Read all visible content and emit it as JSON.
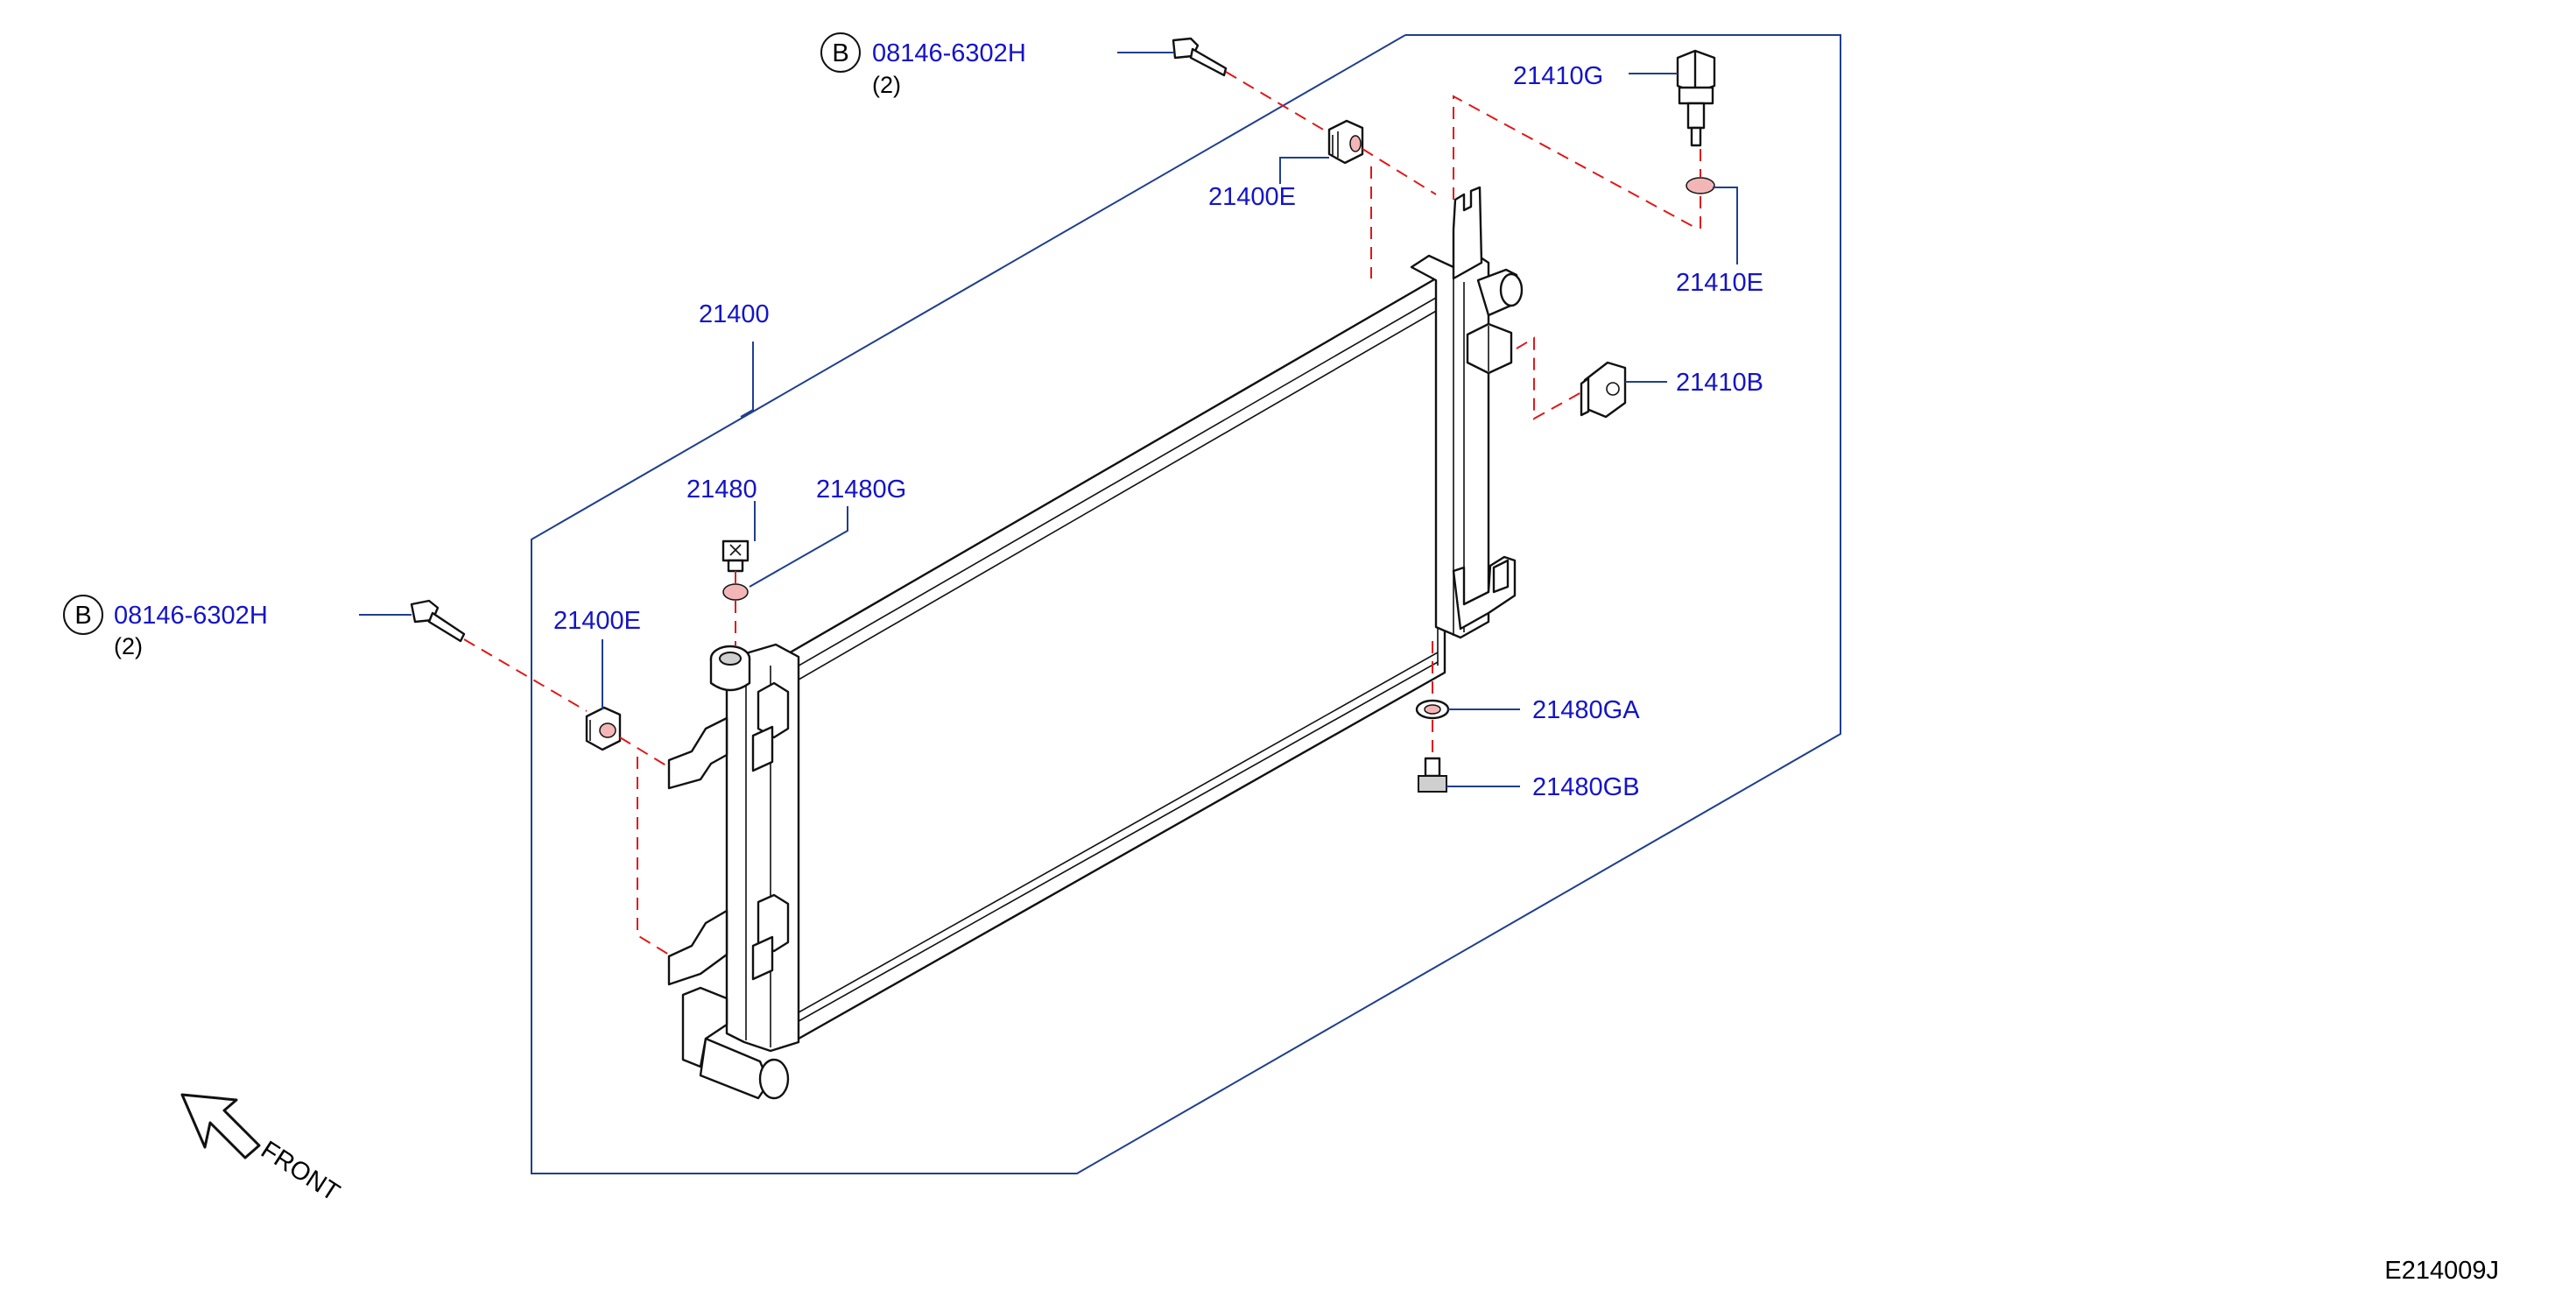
{
  "diagram": {
    "drawing_code": "E214009J",
    "direction_label": "FRONT",
    "callouts": {
      "radiator_assy": "21400",
      "mount_upper": "21400E",
      "mount_lower": "21400E",
      "sensor": "21410G",
      "sensor_seal": "21410E",
      "clip": "21410B",
      "cap": "21480",
      "cap_gasket": "21480G",
      "drain_gasket": "21480GA",
      "drain_cock": "21480GB"
    },
    "bolts": [
      {
        "circle_letter": "B",
        "part_no": "08146-6302H",
        "qty": "(2)"
      },
      {
        "circle_letter": "B",
        "part_no": "08146-6302H",
        "qty": "(2)"
      }
    ],
    "colors": {
      "callout_text": "#1414c8",
      "leader_line": "#1f3f8f",
      "dashed_line": "#e01818",
      "linework": "#111111"
    }
  }
}
